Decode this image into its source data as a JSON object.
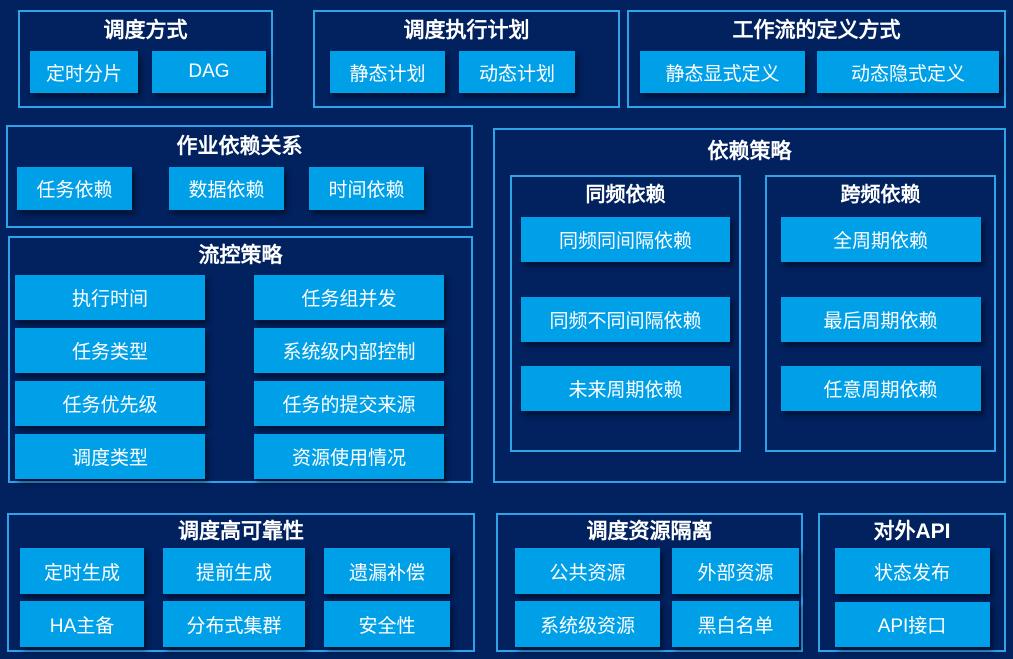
{
  "colors": {
    "background": "#01215F",
    "panel_border": "#2FA3E8",
    "node_fill": "#00A0E9",
    "text": "#FFFFFF"
  },
  "panels": {
    "scheduling_method": {
      "title": "调度方式",
      "buttons": [
        "定时分片",
        "DAG"
      ]
    },
    "execution_plan": {
      "title": "调度执行计划",
      "buttons": [
        "静态计划",
        "动态计划"
      ]
    },
    "workflow_definition": {
      "title": "工作流的定义方式",
      "buttons": [
        "静态显式定义",
        "动态隐式定义"
      ]
    },
    "job_dependency": {
      "title": "作业依赖关系",
      "buttons": [
        "任务依赖",
        "数据依赖",
        "时间依赖"
      ]
    },
    "flow_control": {
      "title": "流控策略",
      "buttons": [
        "执行时间",
        "任务组并发",
        "任务类型",
        "系统级内部控制",
        "任务优先级",
        "任务的提交来源",
        "调度类型",
        "资源使用情况"
      ]
    },
    "dependency_strategy": {
      "title": "依赖策略",
      "same_frequency": {
        "title": "同频依赖",
        "buttons": [
          "同频同间隔依赖",
          "同频不同间隔依赖",
          "未来周期依赖"
        ]
      },
      "cross_frequency": {
        "title": "跨频依赖",
        "buttons": [
          "全周期依赖",
          "最后周期依赖",
          "任意周期依赖"
        ]
      }
    },
    "high_reliability": {
      "title": "调度高可靠性",
      "buttons": [
        "定时生成",
        "提前生成",
        "遗漏补偿",
        "HA主备",
        "分布式集群",
        "安全性"
      ]
    },
    "resource_isolation": {
      "title": "调度资源隔离",
      "buttons": [
        "公共资源",
        "外部资源",
        "系统级资源",
        "黑白名单"
      ]
    },
    "external_api": {
      "title": "对外API",
      "buttons": [
        "状态发布",
        "API接口"
      ]
    }
  }
}
